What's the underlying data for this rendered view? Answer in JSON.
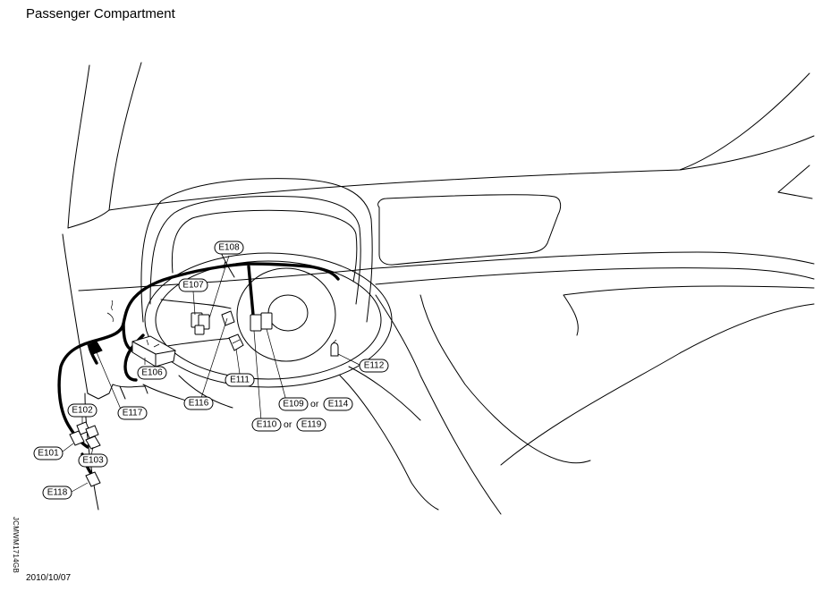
{
  "title": "Passenger Compartment",
  "date": "2010/10/07",
  "figure_code": "JCMWM1714GB",
  "connector_word": "or",
  "labels": {
    "E101": "E101",
    "E102": "E102",
    "E103": "E103",
    "E106": "E106",
    "E107": "E107",
    "E108": "E108",
    "E109": "E109",
    "E110": "E110",
    "E111": "E111",
    "E112": "E112",
    "E114": "E114",
    "E116": "E116",
    "E117": "E117",
    "E118": "E118",
    "E119": "E119"
  }
}
